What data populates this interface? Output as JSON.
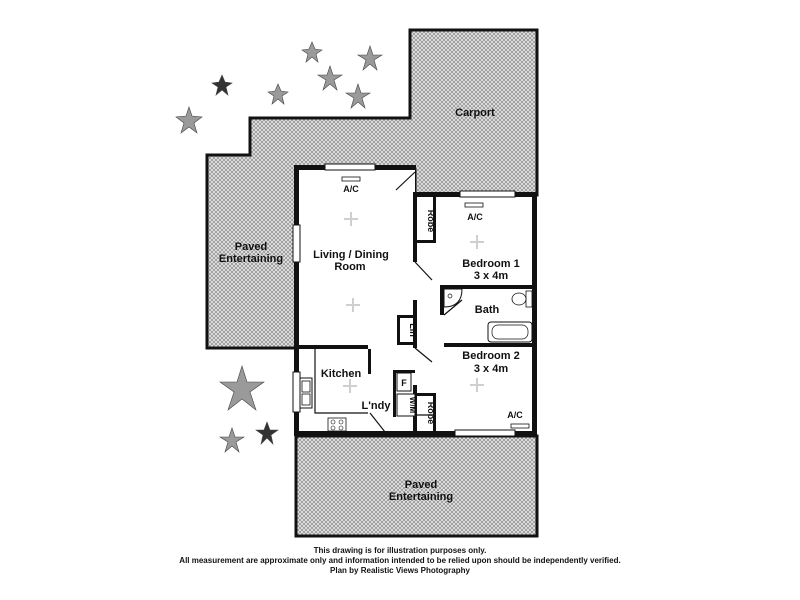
{
  "rooms": {
    "carport": "Carport",
    "paved_left_line1": "Paved",
    "paved_left_line2": "Entertaining",
    "living_line1": "Living / Dining",
    "living_line2": "Room",
    "bedroom1_line1": "Bedroom 1",
    "bedroom1_line2": "3 x 4m",
    "bath": "Bath",
    "bedroom2_line1": "Bedroom 2",
    "bedroom2_line2": "3 x 4m",
    "kitchen": "Kitchen",
    "laundry": "L'ndy",
    "paved_bottom_line1": "Paved",
    "paved_bottom_line2": "Entertaining"
  },
  "fixtures": {
    "ac_living": "A/C",
    "ac_bedroom1": "A/C",
    "ac_bedroom2": "A/C",
    "robe_bedroom1": "Robe",
    "robe_bedroom2": "Robe",
    "linen": "Lin",
    "fridge": "F",
    "washing_machine": "W/M"
  },
  "disclaimer": {
    "line1": "This drawing is for illustration purposes only.",
    "line2": "All measurement are approximate only and information intended to be relied upon should be independently verified.",
    "line3": "Plan by Realistic Views Photography"
  },
  "colors": {
    "wall": "#111111",
    "hatch": "#8a8a8a",
    "background": "#ffffff"
  }
}
